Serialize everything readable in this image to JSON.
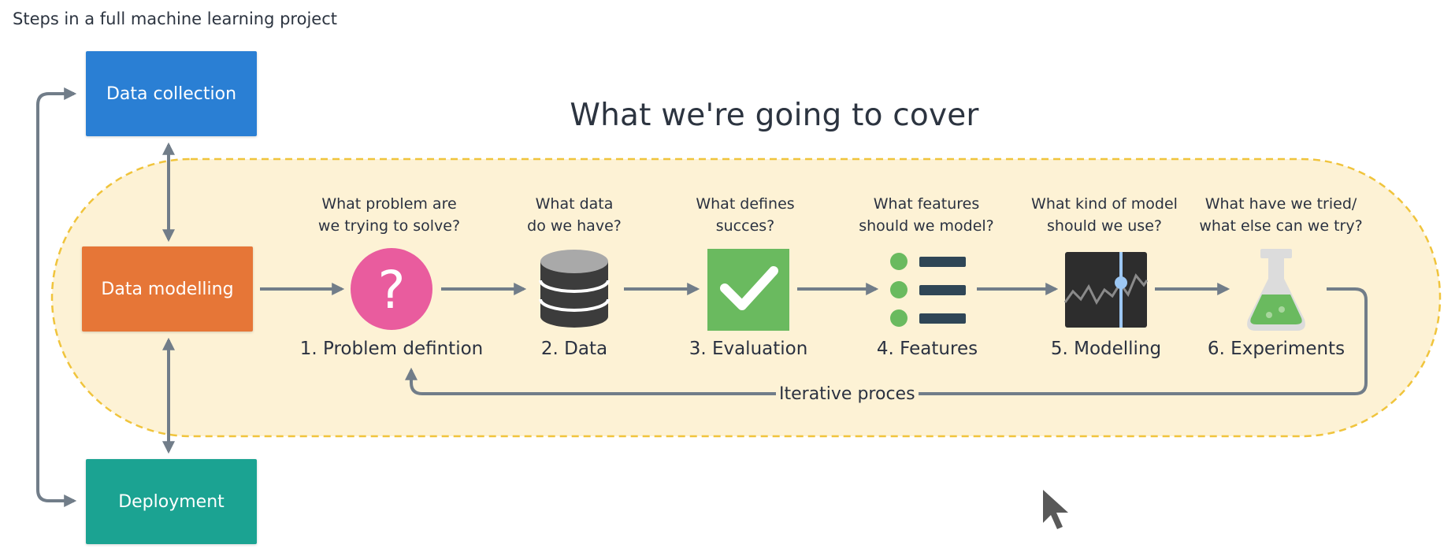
{
  "page_title": "Steps in a full machine learning project",
  "cover_title": "What we're going to cover",
  "lifecycle": {
    "collection": "Data collection",
    "modelling": "Data modelling",
    "deployment": "Deployment"
  },
  "colors": {
    "collection": "#2a7fd4",
    "modelling": "#e67637",
    "deployment": "#1ba392",
    "band_fill": "#fdf2d5",
    "band_border": "#f0c43c",
    "arrow": "#717d89",
    "problem_icon": "#e95c9e",
    "evaluation_icon": "#6aba5f",
    "features_dot": "#6aba5f",
    "features_bar": "#2f4656",
    "database_icon": "#3c3c3c",
    "modelling_icon": "#2d2d2d",
    "modelling_line": "#9cc7f3"
  },
  "steps": [
    {
      "question_line1": "What problem are",
      "question_line2": "we trying to solve?",
      "label": "1. Problem defintion",
      "icon": "question-icon"
    },
    {
      "question_line1": "What data",
      "question_line2": "do we have?",
      "label": "2. Data",
      "icon": "database-icon"
    },
    {
      "question_line1": "What defines",
      "question_line2": "succes?",
      "label": "3. Evaluation",
      "icon": "checkmark-icon"
    },
    {
      "question_line1": "What features",
      "question_line2": "should we model?",
      "label": "4. Features",
      "icon": "feature-list-icon"
    },
    {
      "question_line1": "What kind of model",
      "question_line2": "should we use?",
      "label": "5. Modelling",
      "icon": "chart-monitor-icon"
    },
    {
      "question_line1": "What have we tried/",
      "question_line2": "what else can we try?",
      "label": "6. Experiments",
      "icon": "flask-icon"
    }
  ],
  "iterative_label": "Iterative proces"
}
